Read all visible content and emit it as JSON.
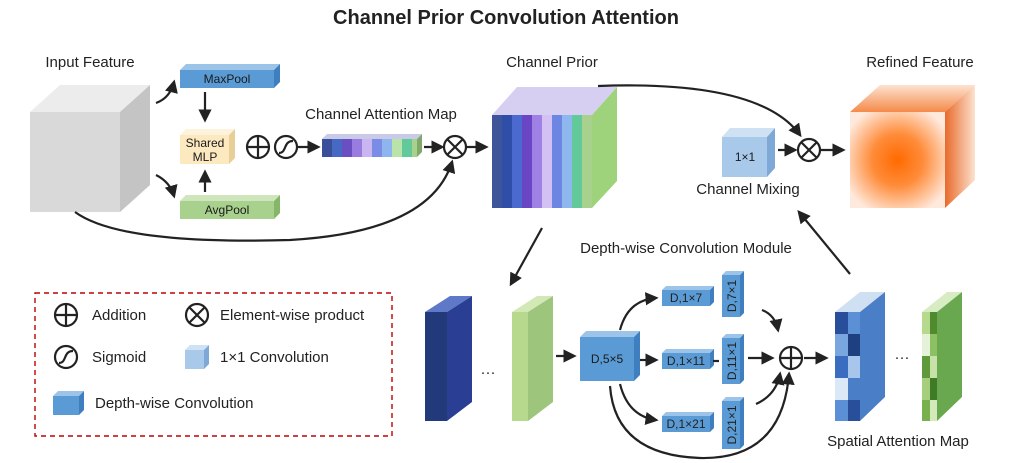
{
  "title": "Channel Prior Convolution Attention",
  "labels": {
    "input_feature": "Input Feature",
    "channel_prior": "Channel Prior",
    "refined_feature": "Refined Feature",
    "channel_attention_map": "Channel Attention Map",
    "channel_mixing": "Channel Mixing",
    "depthwise_module": "Depth-wise Convolution Module",
    "spatial_attention_map": "Spatial Attention Map"
  },
  "boxes": {
    "maxpool": "MaxPool",
    "avgpool": "AvgPool",
    "shared_mlp_line1": "Shared",
    "shared_mlp_line2": "MLP",
    "conv1x1": "1×1",
    "d5x5": "D,5×5",
    "d1x7": "D,1×7",
    "d1x11": "D,1×11",
    "d1x21": "D,1×21",
    "d7x1": "D,7×1",
    "d11x1": "D,11×1",
    "d21x1": "D,21×1"
  },
  "ellipsis": "···",
  "legend": {
    "addition": "Addition",
    "element_wise": "Element-wise product",
    "sigmoid": "Sigmoid",
    "conv1x1": "1×1 Convolution",
    "depthwise": "Depth-wise Convolution"
  },
  "colors": {
    "pool_blue": "#5b9bd5",
    "mlp_yellow": "#fde9c0",
    "avgpool_green": "#a9d18e",
    "dw_blue": "#5b9bd5",
    "legend_border": "#c00000",
    "refined_orange": "#ff7a1a"
  }
}
